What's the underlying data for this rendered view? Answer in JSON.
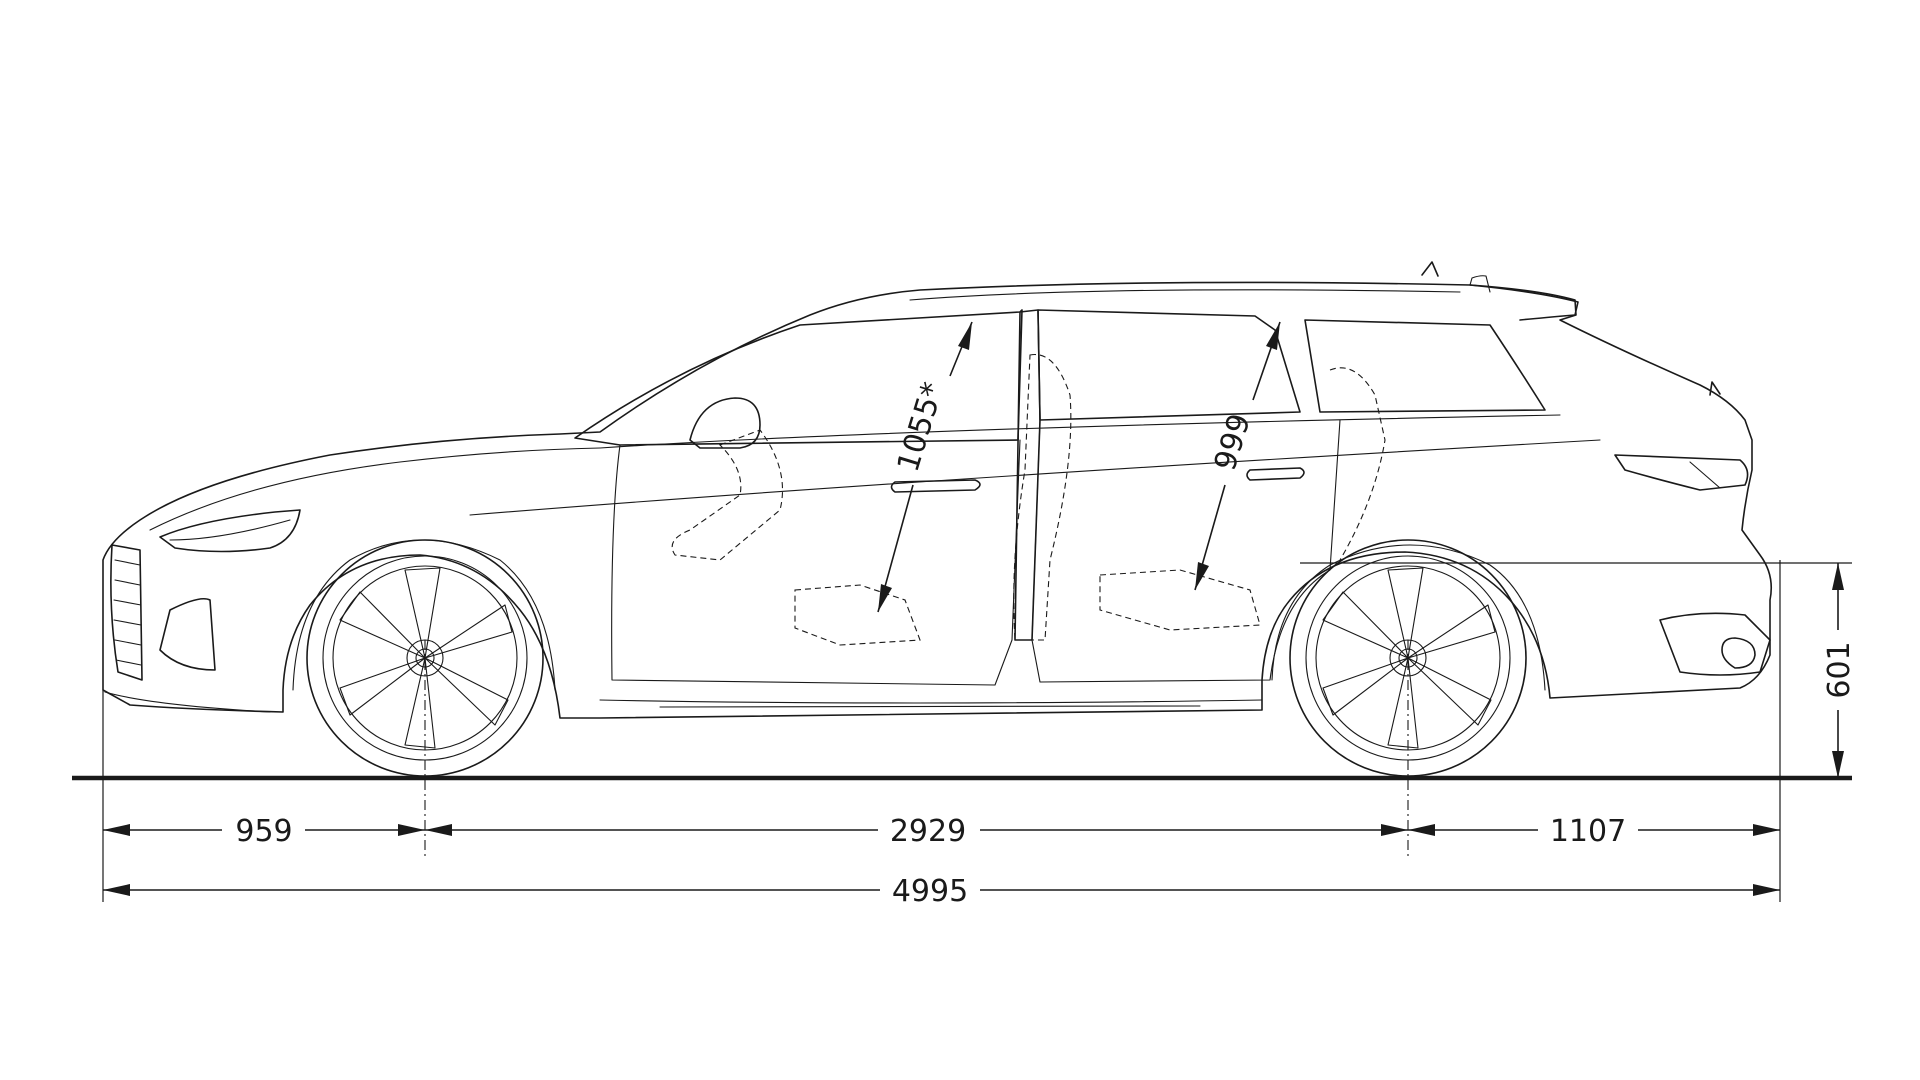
{
  "diagram": {
    "dimensions": {
      "front_overhang": "959",
      "wheelbase": "2929",
      "rear_overhang": "1107",
      "overall_length": "4995",
      "rear_height": "601",
      "front_headroom": "1055*",
      "rear_headroom": "999"
    }
  }
}
